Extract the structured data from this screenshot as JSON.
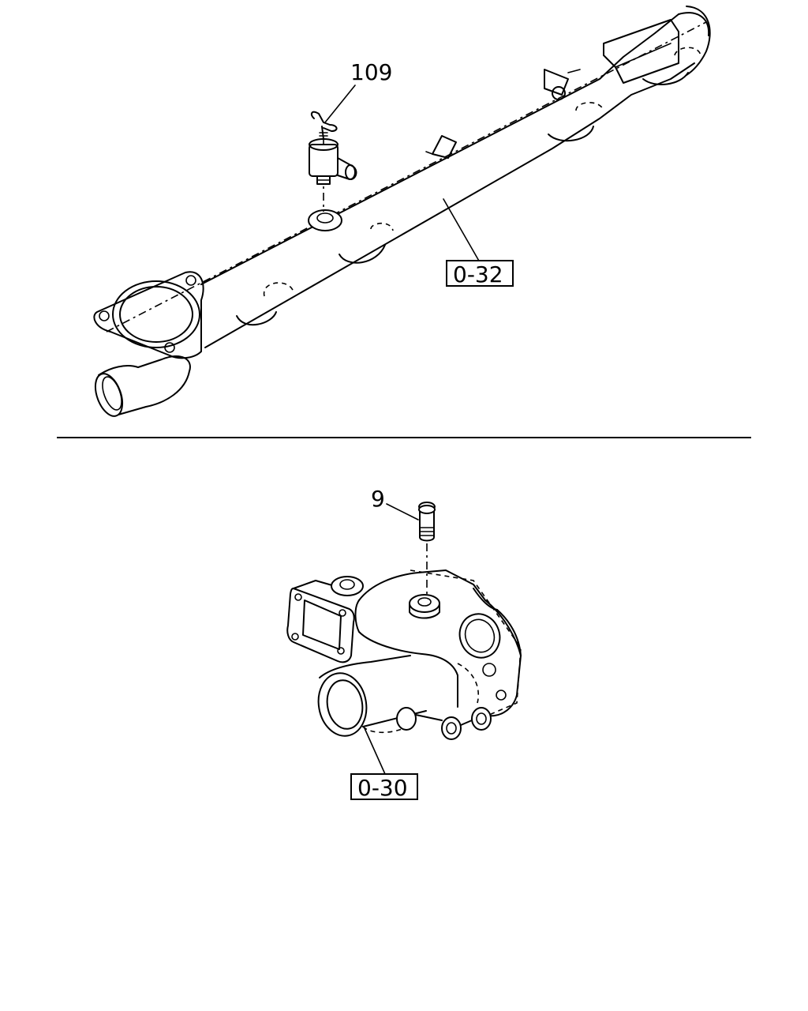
{
  "callouts": {
    "part_109": "109",
    "part_9": "9"
  },
  "references": {
    "ref_upper": "0-32",
    "ref_lower": "0-30"
  }
}
